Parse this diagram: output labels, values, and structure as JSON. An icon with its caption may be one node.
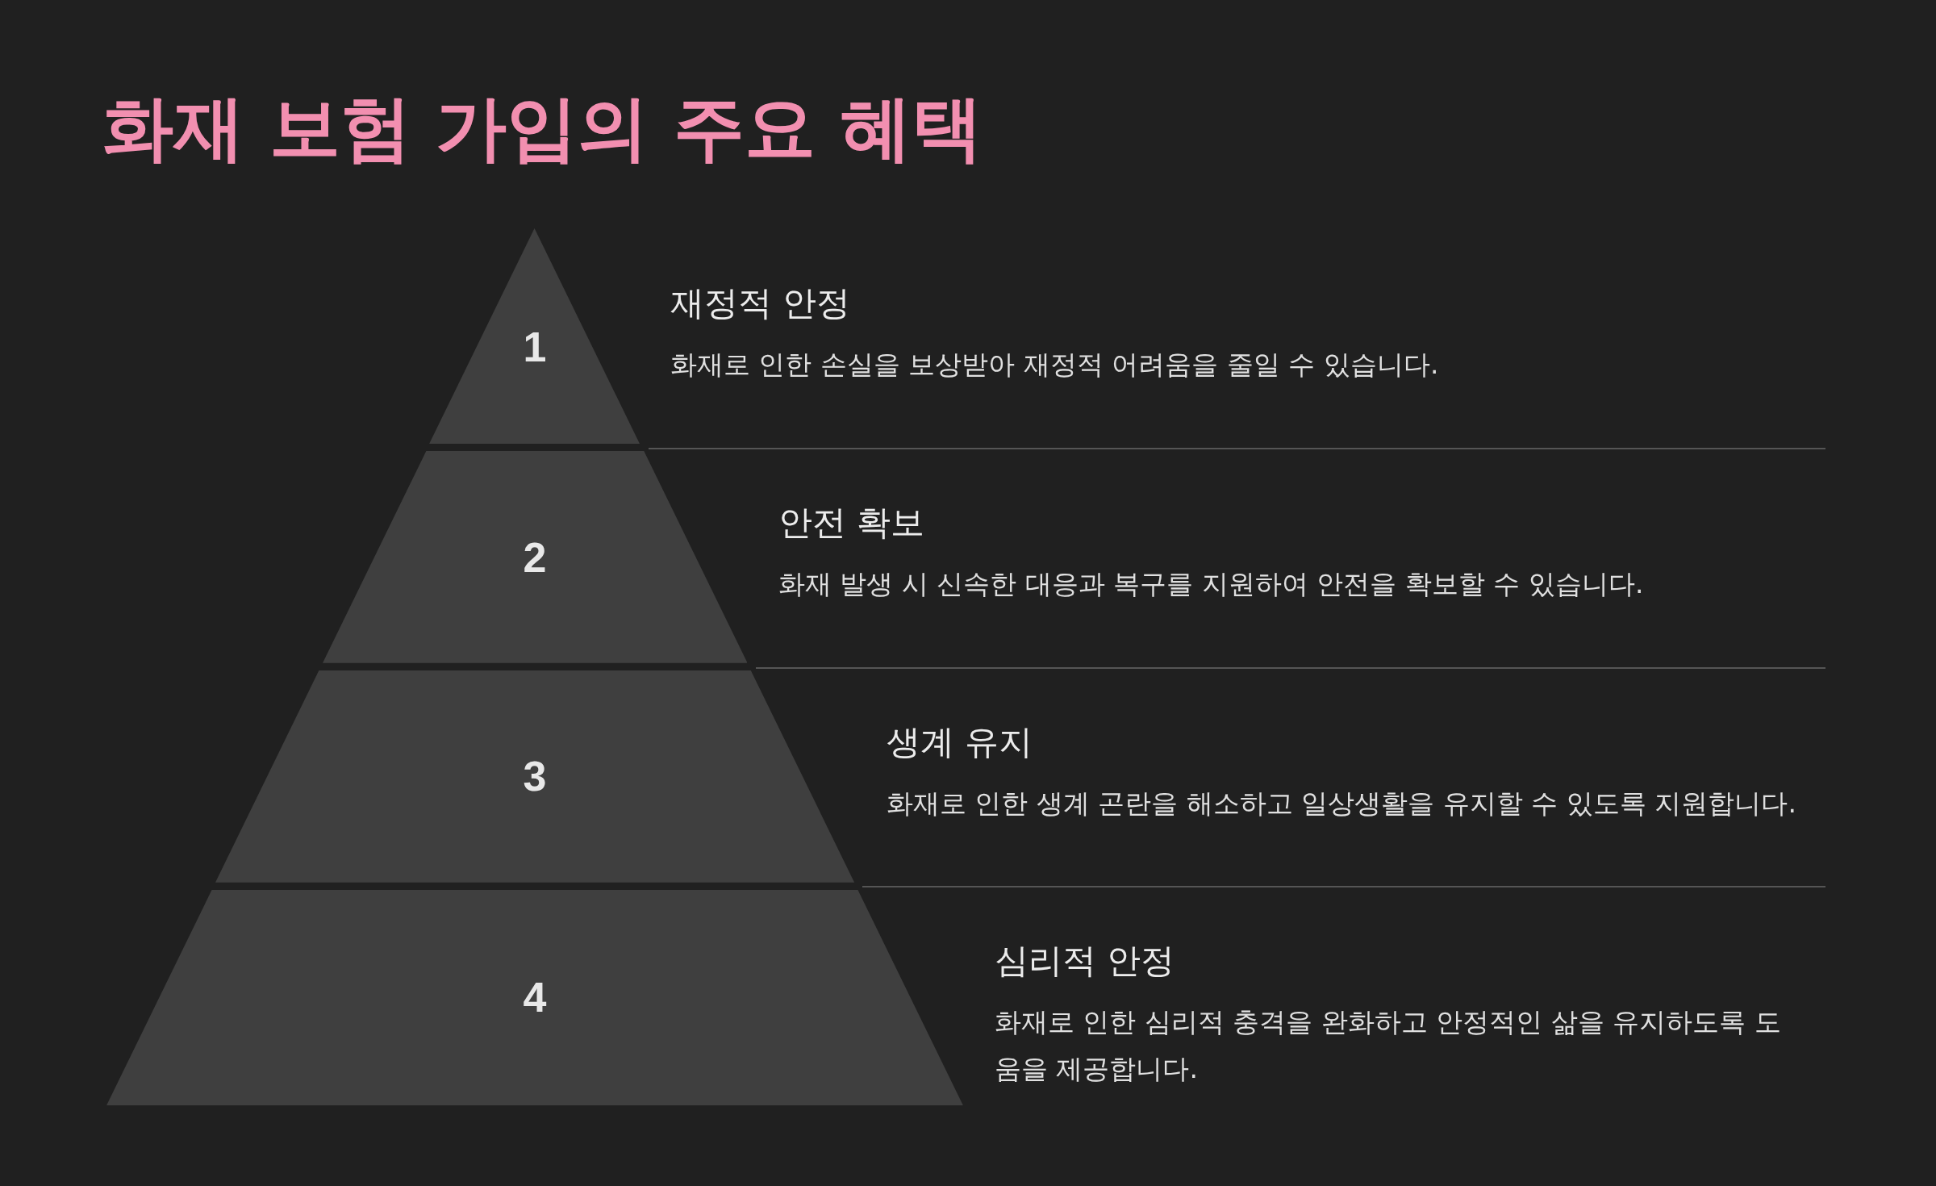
{
  "diagram": {
    "title": "화재 보험 가입의 주요 혜택",
    "nodes": [
      {
        "text": [
          "1"
        ],
        "beside": [
          "재정적 안정",
          "화재로 인한 손실을 보상받아 재정적 어려움을 줄일 수 있습니다."
        ]
      },
      {
        "text": [
          "2"
        ],
        "beside": [
          "안전 확보",
          "화재 발생 시 신속한 대응과 복구를 지원하여 안전을 확보할 수 있습니다."
        ]
      },
      {
        "text": [
          "3"
        ],
        "beside": [
          "생계 유지",
          "화재로 인한 생계 곤란을 해소하고 일상생활을 유지할 수 있도록 지원합니다."
        ]
      },
      {
        "text": [
          "4"
        ],
        "beside": [
          "심리적 안정",
          "화재로 인한 심리적 충격을 완화하고 안정적인 삶을 유지하도록 도움을 제공합니다."
        ]
      }
    ]
  }
}
